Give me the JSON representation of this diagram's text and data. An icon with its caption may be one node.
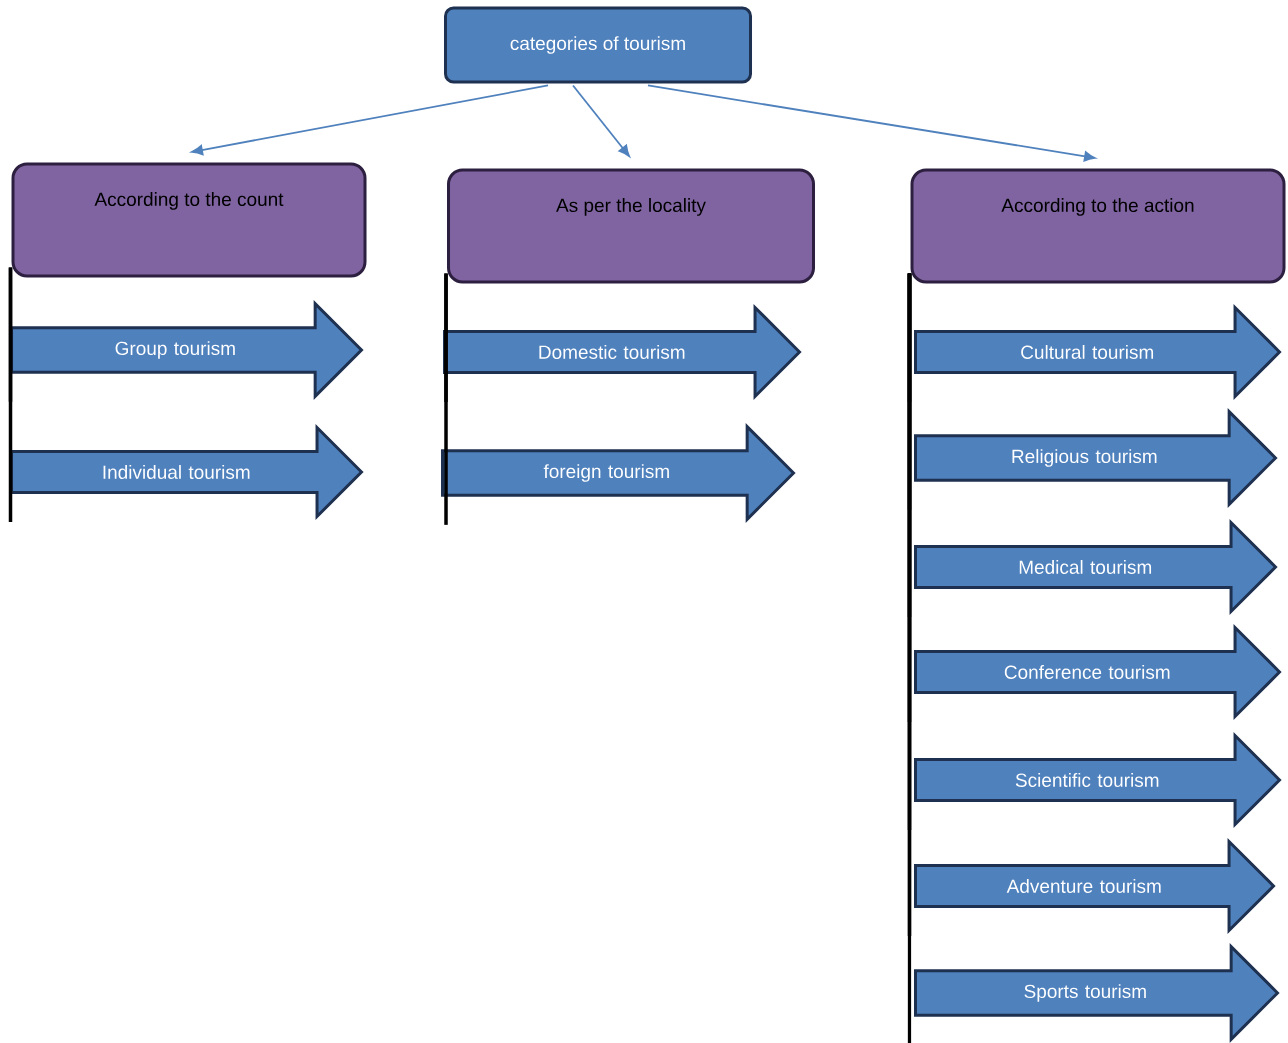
{
  "diagram": {
    "nodes": [
      {
        "text": [
          "categories of tourism"
        ]
      },
      {
        "text": [
          "According to the count"
        ]
      },
      {
        "text": [
          "As per the locality"
        ]
      },
      {
        "text": [
          "According to the action"
        ]
      },
      {
        "text": [
          "Group tourism"
        ]
      },
      {
        "text": [
          "Individual tourism"
        ]
      },
      {
        "text": [
          "Domestic tourism"
        ]
      },
      {
        "text": [
          "foreign tourism"
        ]
      },
      {
        "text": [
          "Cultural tourism"
        ]
      },
      {
        "text": [
          "Religious tourism"
        ]
      },
      {
        "text": [
          "Medical tourism"
        ]
      },
      {
        "text": [
          "Conference tourism"
        ]
      },
      {
        "text": [
          "Scientific tourism"
        ]
      },
      {
        "text": [
          "Adventure tourism"
        ]
      },
      {
        "text": [
          "Sports tourism"
        ]
      }
    ],
    "edges": [
      {
        "from": 0,
        "to": 1,
        "arrow": "to",
        "color": "#4f81bd"
      },
      {
        "from": 0,
        "to": 2,
        "arrow": "to",
        "color": "#4f81bd"
      },
      {
        "from": 0,
        "to": 3,
        "arrow": "to",
        "color": "#4f81bd"
      },
      {
        "from": 1,
        "to": 4,
        "arrow": "none"
      },
      {
        "from": 1,
        "to": 5,
        "arrow": "none"
      },
      {
        "from": 2,
        "to": 6,
        "arrow": "none"
      },
      {
        "from": 2,
        "to": 7,
        "arrow": "none"
      },
      {
        "from": 3,
        "to": 8,
        "arrow": "none"
      },
      {
        "from": 3,
        "to": 9,
        "arrow": "none"
      },
      {
        "from": 3,
        "to": 10,
        "arrow": "none"
      },
      {
        "from": 3,
        "to": 11,
        "arrow": "none"
      },
      {
        "from": 3,
        "to": 12,
        "arrow": "none"
      },
      {
        "from": 3,
        "to": 13,
        "arrow": "none"
      },
      {
        "from": 3,
        "to": 14,
        "arrow": "none"
      }
    ]
  }
}
